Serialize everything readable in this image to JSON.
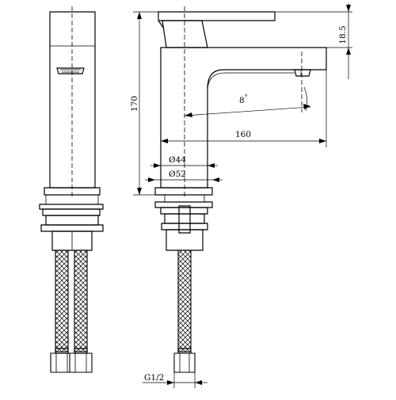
{
  "dimensions": {
    "height": "170",
    "spout_reach": "160",
    "handle_offset": "18.5",
    "angle": "8",
    "angle_unit": "°",
    "base_diameter_1": "Ø44",
    "base_diameter_2": "Ø52",
    "connection_thread": "G1/2"
  }
}
